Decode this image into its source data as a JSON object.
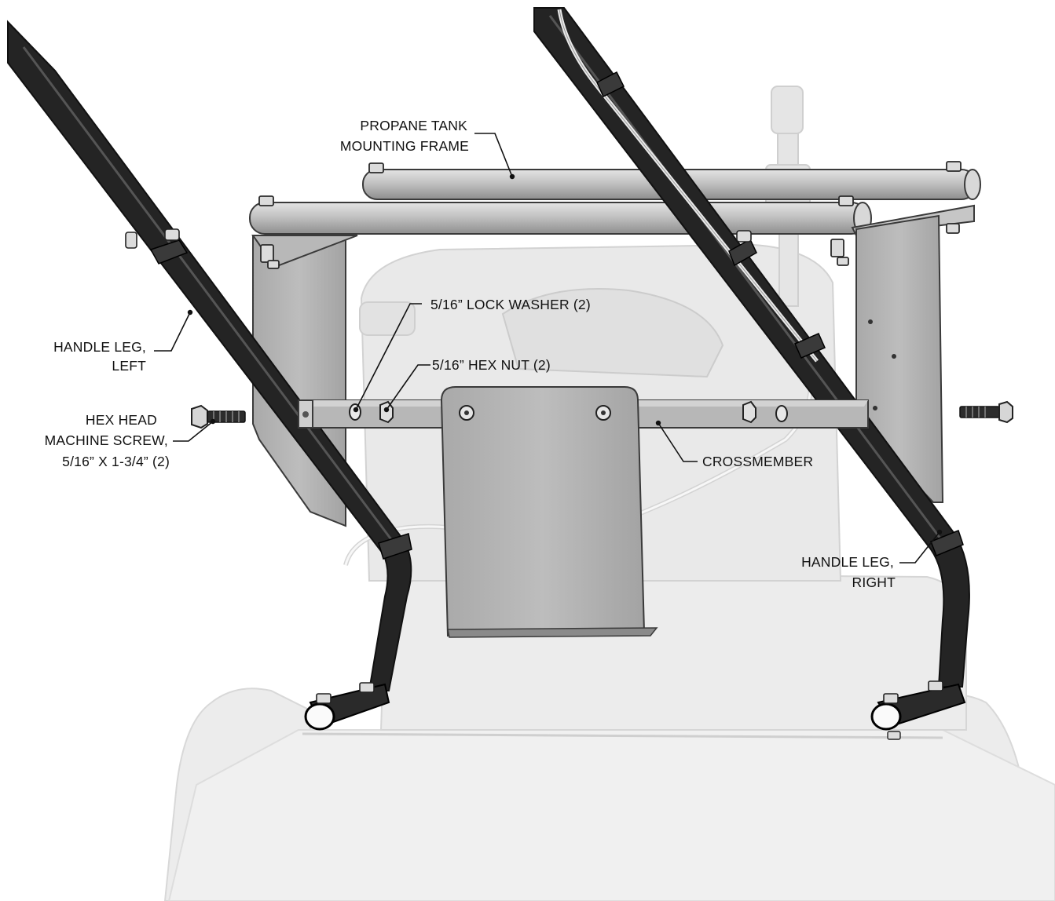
{
  "callouts": {
    "propane_frame": {
      "line1": "PROPANE TANK",
      "line2": "MOUNTING FRAME"
    },
    "lock_washer": {
      "line1": "5/16” LOCK WASHER (2)"
    },
    "hex_nut": {
      "line1": "5/16” HEX NUT (2)"
    },
    "handle_leg_left": {
      "line1": "HANDLE LEG,",
      "line2": "LEFT"
    },
    "hex_screw": {
      "line1": "HEX HEAD",
      "line2": "MACHINE SCREW,",
      "line3": "5/16” X 1-3/4” (2)"
    },
    "crossmember": {
      "line1": "CROSSMEMBER"
    },
    "handle_leg_right": {
      "line1": "HANDLE LEG,",
      "line2": "RIGHT"
    }
  },
  "colors": {
    "ghost_part": "#e8e8e8",
    "ghost_edge": "#cfcfcf",
    "metal_part": "#b4b4b4",
    "metal_edge": "#3a3a3a",
    "tube_dark": "#222222",
    "text": "#111111"
  }
}
